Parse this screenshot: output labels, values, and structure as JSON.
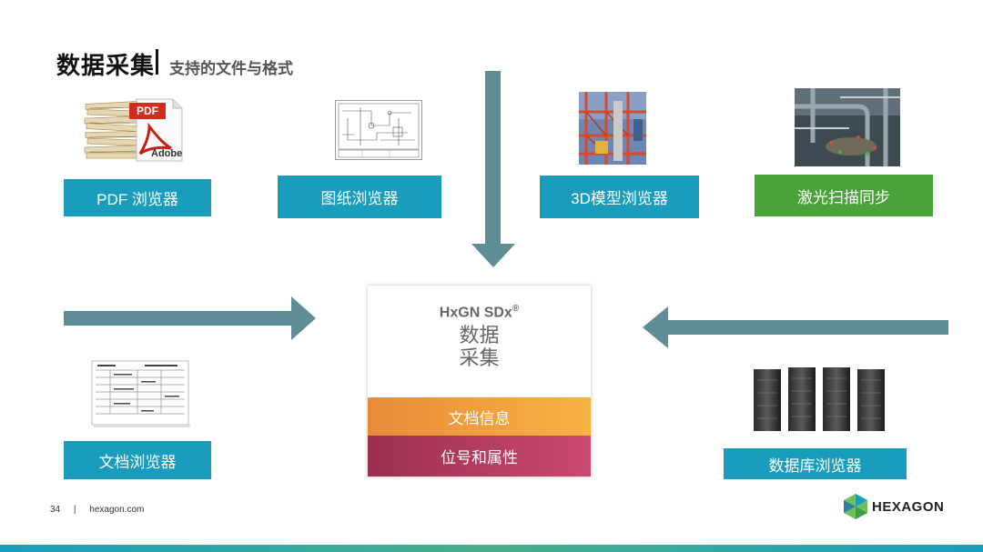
{
  "header": {
    "title": "数据采集",
    "subtitle": "支持的文件与格式"
  },
  "sources": {
    "pdf": "PDF 浏览器",
    "drawing": "图纸浏览器",
    "model3d": "3D模型浏览器",
    "laser": "激光扫描同步",
    "document": "文档浏览器",
    "database": "数据库浏览器"
  },
  "center": {
    "brand": "HxGN SDx",
    "brand_mark": "®",
    "line1": "数据",
    "line2": "采集",
    "band1": "文档信息",
    "band2": "位号和属性"
  },
  "footer": {
    "page_number": "34",
    "separator": "|",
    "site": "hexagon.com",
    "logo": "HEXAGON"
  },
  "colors": {
    "label_blue": "#1a9dbd",
    "label_green": "#4aa23a",
    "arrow": "#5f8d95",
    "band_orange": "#f2a03e",
    "band_crimson": "#b13c60"
  }
}
